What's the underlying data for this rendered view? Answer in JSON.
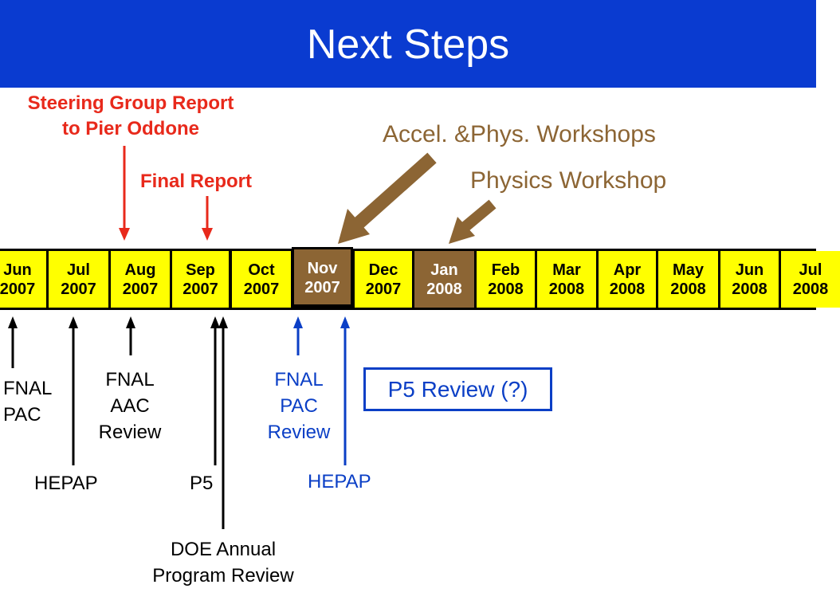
{
  "slide": {
    "title": "Next Steps"
  },
  "top_annotations": {
    "steering_report": [
      "Steering Group Report",
      "to Pier Oddone"
    ],
    "final_report": "Final Report",
    "accel_phys_workshops": "Accel. &Phys. Workshops",
    "physics_workshop": "Physics Workshop"
  },
  "timeline": {
    "months": [
      {
        "month": "Jun",
        "year": "2007"
      },
      {
        "month": "Jul",
        "year": "2007"
      },
      {
        "month": "Aug",
        "year": "2007"
      },
      {
        "month": "Sep",
        "year": "2007"
      },
      {
        "month": "Oct",
        "year": "2007"
      },
      {
        "month": "Nov",
        "year": "2007"
      },
      {
        "month": "Dec",
        "year": "2007"
      },
      {
        "month": "Jan",
        "year": "2008"
      },
      {
        "month": "Feb",
        "year": "2008"
      },
      {
        "month": "Mar",
        "year": "2008"
      },
      {
        "month": "Apr",
        "year": "2008"
      },
      {
        "month": "May",
        "year": "2008"
      },
      {
        "month": "Jun",
        "year": "2008"
      },
      {
        "month": "Jul",
        "year": "2008"
      }
    ],
    "highlighted_months": [
      "Nov 2007",
      "Jan 2008"
    ]
  },
  "events": {
    "fnal_pac": [
      "FNAL",
      "PAC"
    ],
    "hepap_1": "HEPAP",
    "fnal_aac_review": [
      "FNAL",
      "AAC",
      "Review"
    ],
    "p5": "P5",
    "doe_annual_review": [
      "DOE Annual",
      "Program Review"
    ],
    "fnal_pac_review": [
      "FNAL",
      "PAC",
      "Review"
    ],
    "hepap_2": "HEPAP",
    "p5_review_box": "P5 Review (?)"
  },
  "colors": {
    "title_bar": "#0a3bd0",
    "timeline_yellow": "#ffff00",
    "highlight_brown": "#8c6534",
    "red_annotation": "#e8291b",
    "blue_annotation": "#0b3fc6"
  }
}
